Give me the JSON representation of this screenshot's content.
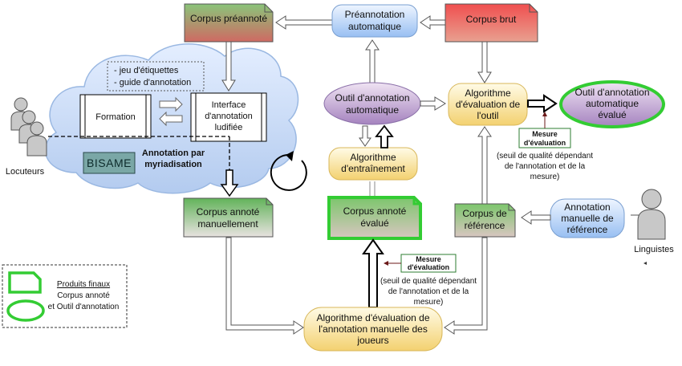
{
  "nodes": {
    "corpus_preannote": "Corpus préannoté",
    "preannotation": [
      "Préannotation",
      "automatique"
    ],
    "corpus_brut": "Corpus brut",
    "outil_annotation": [
      "Outil d'annotation",
      "automatique"
    ],
    "algo_eval_outil": [
      "Algorithme",
      "d'évaluation de",
      "l'outil"
    ],
    "outil_evalue": [
      "Outil d'annotation",
      "automatique",
      "évalué"
    ],
    "algo_entrainement": [
      "Algorithme",
      "d'entraînement"
    ],
    "corpus_annote_manuel": [
      "Corpus annoté",
      "manuellement"
    ],
    "corpus_annote_evalue": [
      "Corpus annoté",
      "évalué"
    ],
    "corpus_reference": [
      "Corpus de",
      "référence"
    ],
    "annotation_manuelle_ref": [
      "Annotation",
      "manuelle de",
      "référence"
    ],
    "algo_eval_joueurs": [
      "Algorithme d'évaluation de",
      "l'annotation manuelle des",
      "joueurs"
    ]
  },
  "cloud": {
    "notes": [
      "- jeu d'étiquettes",
      "- guide d'annotation"
    ],
    "formation": "Formation",
    "interface": [
      "Interface",
      "d'annotation",
      "ludifiée"
    ],
    "bisame": "BISAME",
    "title": [
      "Annotation par",
      "myriadisation"
    ]
  },
  "people": {
    "locuteurs": "Locuteurs",
    "linguistes": "Linguistes"
  },
  "mesure": {
    "label": [
      "Mesure",
      "d'évaluation"
    ],
    "note_outil": [
      "(seuil de qualité dépendant",
      "de l'annotation et de la",
      "mesure)"
    ],
    "note_joueurs": [
      "(seuil de qualité dépendant",
      "de l'annotation et de la",
      "mesure)"
    ]
  },
  "legend": {
    "title": "Produits finaux",
    "line1": "Corpus annoté",
    "line2": "et Outil d'annotation"
  },
  "colors": {
    "green_grad": [
      "#8cc87e",
      "#a87d78"
    ],
    "red_grad": [
      "#f25b5b",
      "#e6978a"
    ],
    "blue_grad": [
      "#e3efff",
      "#9dc1f2"
    ],
    "purple_grad": [
      "#e6d6ee",
      "#a887c0"
    ],
    "yellow_grad": [
      "#fff7d6",
      "#f5d57a"
    ],
    "bright_green": "#33cc33",
    "teal_box": "#7aaaa9"
  }
}
